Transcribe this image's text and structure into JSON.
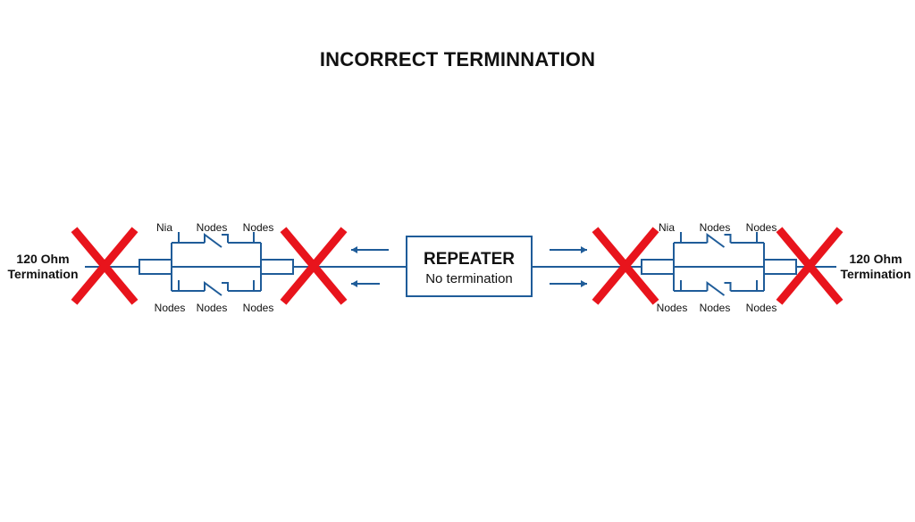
{
  "title": "INCORRECT TERMINNATION",
  "colors": {
    "line": "#1f5c99",
    "cross": "#e8141c",
    "text": "#111111"
  },
  "repeater": {
    "title": "REPEATER",
    "subtitle": "No termination"
  },
  "left_end": {
    "line1": "120 Ohm",
    "line2": "Termination"
  },
  "right_end": {
    "line1": "120 Ohm",
    "line2": "Termination"
  },
  "left_segment": {
    "top_labels": [
      "Nia",
      "Nodes",
      "Nodes"
    ],
    "bottom_labels": [
      "Nodes",
      "Nodes",
      "Nodes"
    ]
  },
  "right_segment": {
    "top_labels": [
      "Nia",
      "Nodes",
      "Nodes"
    ],
    "bottom_labels": [
      "Nodes",
      "Nodes",
      "Nodes"
    ]
  },
  "crosses": [
    "left-end-cross",
    "left-inner-cross",
    "right-inner-cross",
    "right-end-cross"
  ]
}
